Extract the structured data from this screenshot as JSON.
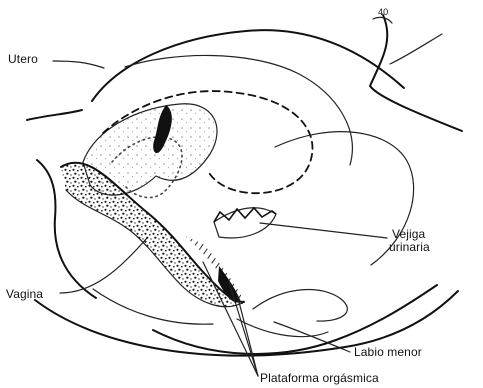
{
  "labels": {
    "utero": "Utero",
    "vagina": "Vagina",
    "vejiga_line1": "Vejiga",
    "vejiga_line2": "urinaria",
    "labio_menor": "Labio menor",
    "plataforma_orgasmica": "Plataforma orgásmica",
    "corner_mark": "40"
  }
}
